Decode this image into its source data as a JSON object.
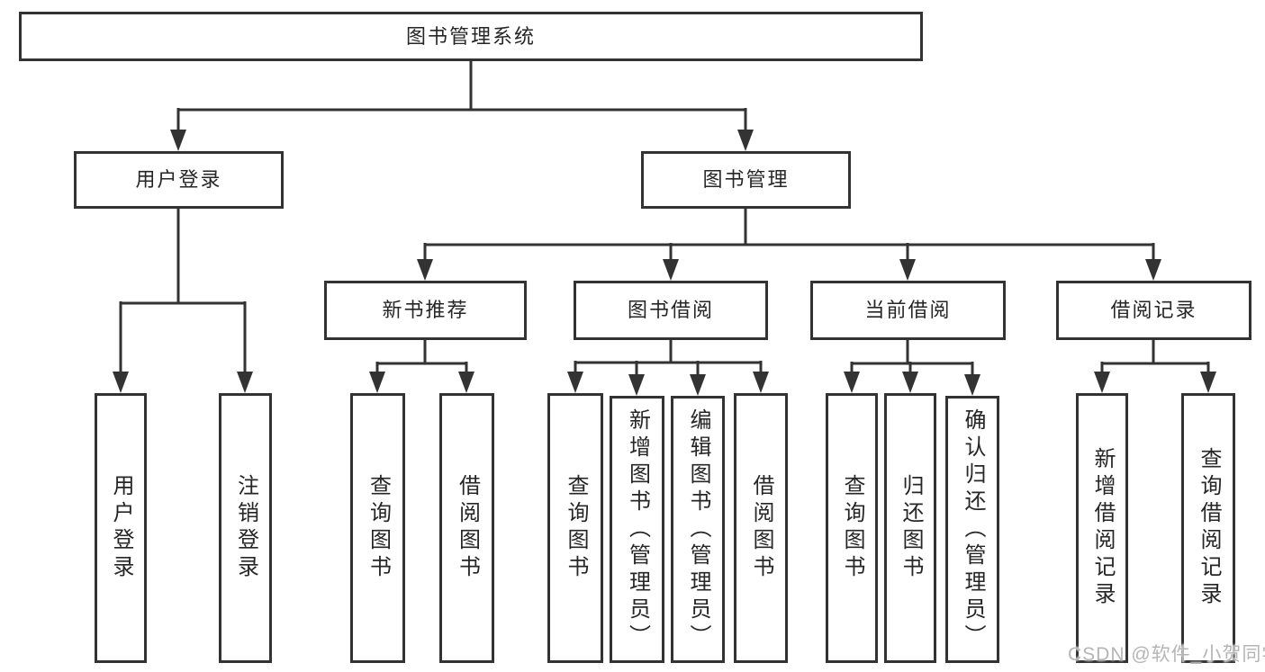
{
  "diagram": {
    "root": {
      "label": "图书管理系统"
    },
    "level2": [
      {
        "label": "用户登录"
      },
      {
        "label": "图书管理"
      }
    ],
    "level3": [
      {
        "label": "新书推荐"
      },
      {
        "label": "图书借阅"
      },
      {
        "label": "当前借阅"
      },
      {
        "label": "借阅记录"
      }
    ],
    "leaves": {
      "user_login": [
        {
          "label": "用户登录"
        },
        {
          "label": "注销登录"
        }
      ],
      "new_book_rec": [
        {
          "label": "查询图书"
        },
        {
          "label": "借阅图书"
        }
      ],
      "book_borrow": [
        {
          "label": "查询图书"
        },
        {
          "label": "新增图书（管理员）"
        },
        {
          "label": "编辑图书（管理员）"
        },
        {
          "label": "借阅图书"
        }
      ],
      "current_borrow": [
        {
          "label": "查询图书"
        },
        {
          "label": "归还图书"
        },
        {
          "label": "确认归还（管理员）"
        }
      ],
      "borrow_records": [
        {
          "label": "新增借阅记录"
        },
        {
          "label": "查询借阅记录"
        }
      ]
    }
  },
  "watermark": {
    "text": "CSDN @软件_小贺同学"
  },
  "colors": {
    "line": "#333333",
    "text": "#262626",
    "background": "#ffffff",
    "watermark": "#b5b5b5"
  }
}
